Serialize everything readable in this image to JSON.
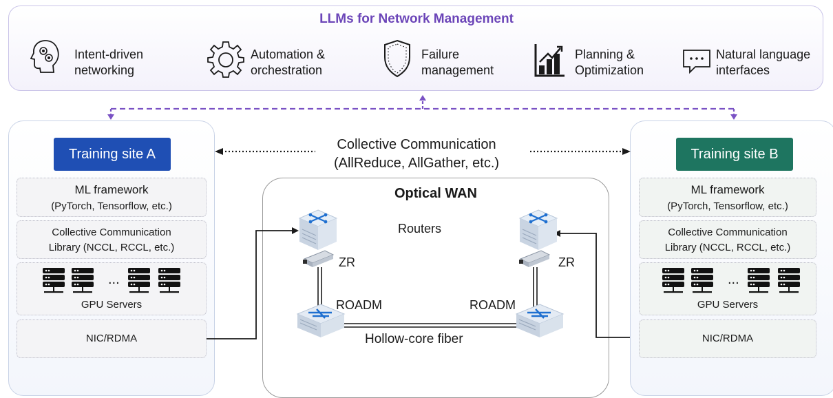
{
  "header": {
    "title": "LLMs for Network Management",
    "features": [
      {
        "label_1": "Intent-driven",
        "label_2": "networking",
        "icon": "brain-gears-icon"
      },
      {
        "label_1": "Automation &",
        "label_2": "orchestration",
        "icon": "gear-icon"
      },
      {
        "label_1": "Failure",
        "label_2": "management",
        "icon": "shield-icon"
      },
      {
        "label_1": "Planning &",
        "label_2": "Optimization",
        "icon": "bar-chart-icon"
      },
      {
        "label_1": "Natural language",
        "label_2": "interfaces",
        "icon": "chat-bubble-icon"
      }
    ]
  },
  "collective": {
    "line1": "Collective Communication",
    "line2": "(AllReduce, AllGather, etc.)"
  },
  "site_a": {
    "title": "Training site A",
    "color": "#1f4fb4",
    "ml_framework": "ML framework",
    "ml_framework_sub": "(PyTorch, Tensorflow, etc.)",
    "ccl_1": "Collective Communication",
    "ccl_2": "Library (NCCL, RCCL, etc.)",
    "ellipsis": "...",
    "gpu_servers": "GPU Servers",
    "nic": "NIC/RDMA"
  },
  "site_b": {
    "title": "Training site B",
    "color": "#1e7560",
    "ml_framework": "ML framework",
    "ml_framework_sub": "(PyTorch, Tensorflow, etc.)",
    "ccl_1": "Collective Communication",
    "ccl_2": "Library (NCCL, RCCL, etc.)",
    "ellipsis": "...",
    "gpu_servers": "GPU Servers",
    "nic": "NIC/RDMA"
  },
  "wan": {
    "title": "Optical WAN",
    "routers": "Routers",
    "zr_left": "ZR",
    "zr_right": "ZR",
    "roadm_left": "ROADM",
    "roadm_right": "ROADM",
    "fiber": "Hollow-core fiber"
  },
  "colors": {
    "accent_purple": "#6b45b8",
    "arrow_purple": "#7a52c4"
  }
}
